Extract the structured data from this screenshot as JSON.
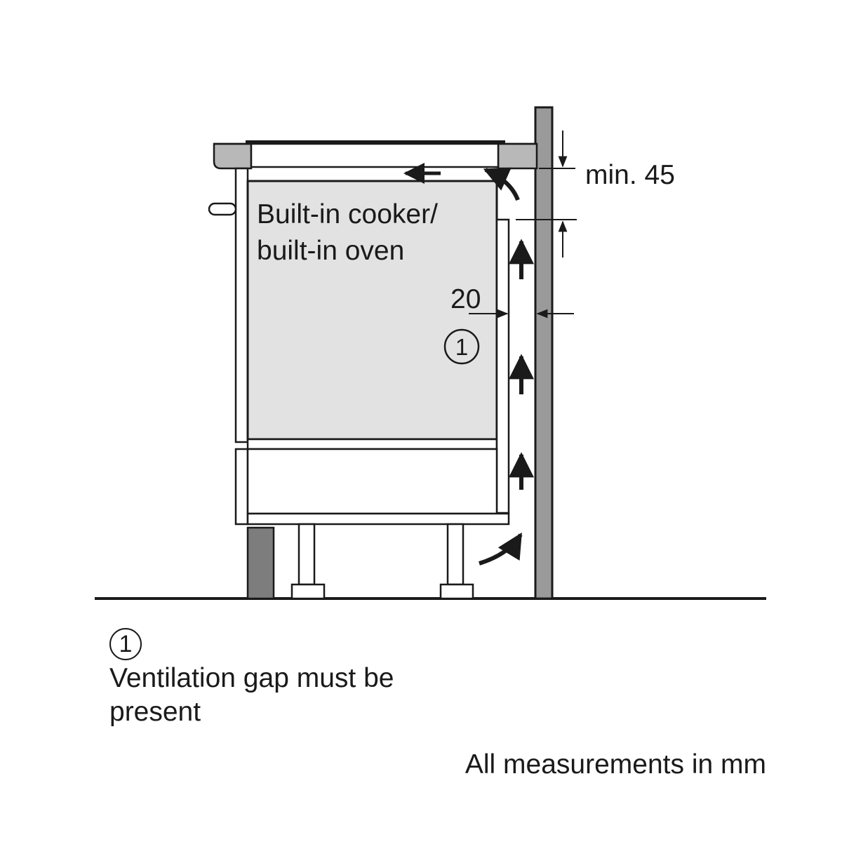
{
  "labels": {
    "appliance": [
      "Built-in cooker/",
      "built-in oven"
    ],
    "gap_dimension": "20",
    "top_clearance": "min. 45",
    "marker": "1"
  },
  "legend": {
    "marker": "1",
    "note": "Ventilation gap must be present"
  },
  "footer": {
    "units_note": "All measurements in mm"
  },
  "colors": {
    "line": "#1a1a1a",
    "oven_fill": "#e2e2e2",
    "wall_fill": "#9a9a9a",
    "plinth_fill": "#7d7d7d"
  }
}
